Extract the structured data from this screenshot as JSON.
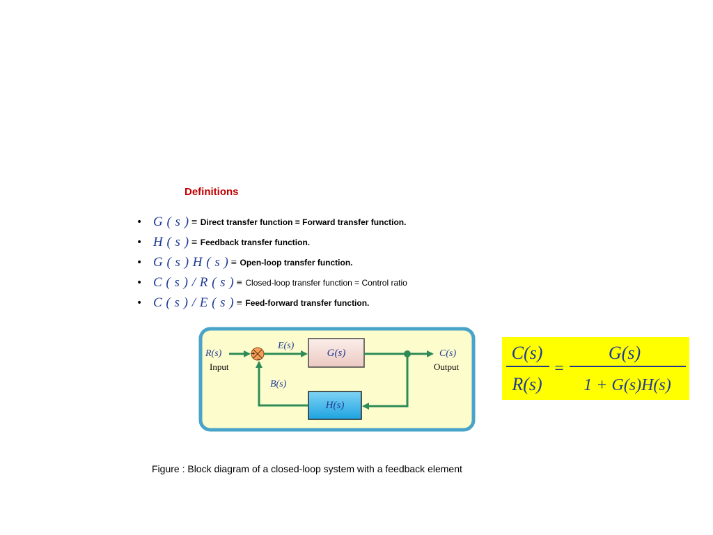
{
  "definitions": {
    "title": "Definitions",
    "items": [
      {
        "symbol": "G ( s )",
        "text": "Direct transfer function = Forward transfer function.",
        "bold": true
      },
      {
        "symbol": "H ( s )",
        "text": "Feedback transfer function.",
        "bold": true
      },
      {
        "symbol": "G ( s ) H ( s )",
        "text": "Open-loop transfer function.",
        "bold": true
      },
      {
        "symbol": "C ( s ) / R ( s )",
        "text": "Closed-loop transfer function = Control ratio",
        "bold": false
      },
      {
        "symbol": "C ( s ) / E ( s )",
        "text": "Feed-forward transfer function.",
        "bold": true
      }
    ],
    "equiv_symbol": "≡"
  },
  "diagram": {
    "input_signal": "R(s)",
    "input_label": "Input",
    "error_signal": "E(s)",
    "forward_block": "G(s)",
    "output_signal": "C(s)",
    "output_label": "Output",
    "feedback_signal": "B(s)",
    "feedback_block": "H(s)",
    "plus_sign": "+",
    "minus_sign": "−",
    "colors": {
      "panel_fill": "#fdfccd",
      "panel_border": "#4aa3c8",
      "signal_line": "#2e8b57",
      "forward_block_fill": "#f5dcd8",
      "feedback_block_fill": "#34b4ea",
      "summing_fill": "#f5a05a",
      "math_text": "#1f3a93"
    }
  },
  "formula": {
    "lhs_numerator": "C(s)",
    "lhs_denominator": "R(s)",
    "equals": "=",
    "rhs_numerator": "G(s)",
    "rhs_denominator": "1 + G(s)H(s)",
    "background": "#ffff00"
  },
  "caption": "Figure : Block diagram of a closed-loop system with a feedback element"
}
